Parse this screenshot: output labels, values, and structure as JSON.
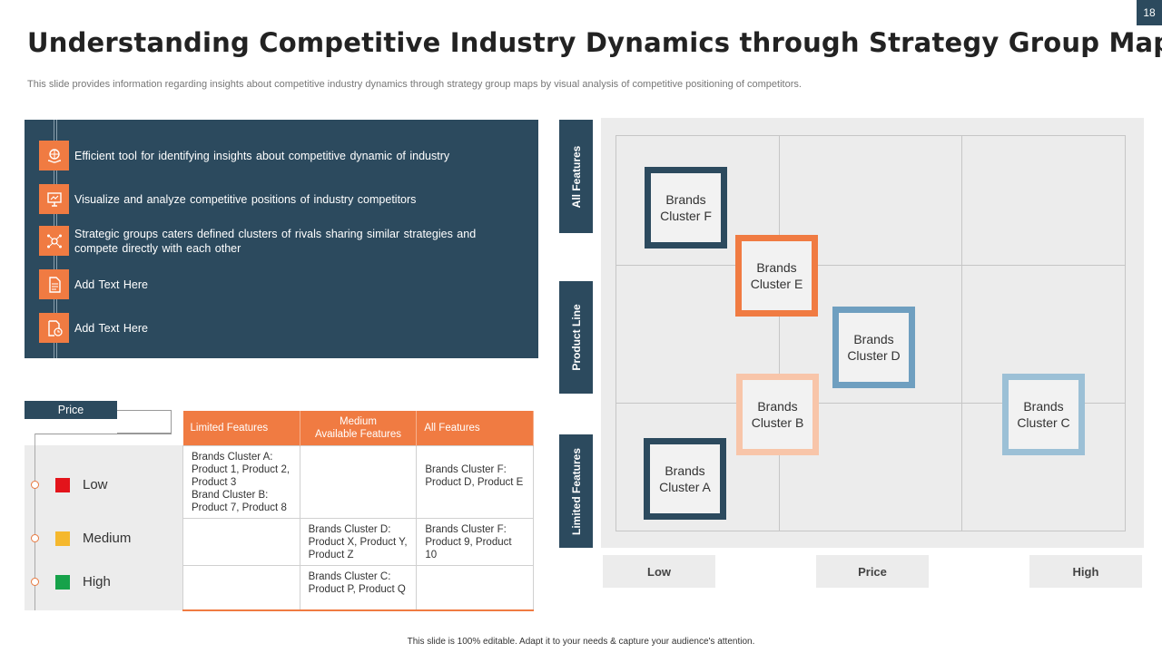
{
  "page_number": "18",
  "title": "Understanding Competitive Industry Dynamics through Strategy Group Maps",
  "subtitle": "This slide provides information regarding insights about competitive industry dynamics through strategy group maps by visual analysis of competitive positioning of competitors.",
  "footer": "This slide is 100% editable.  Adapt it to your needs & capture your audience's attention.",
  "info_items": [
    {
      "text": "Efficient tool for identifying insights about competitive dynamic of industry",
      "icon": "globe-hand-icon"
    },
    {
      "text": "Visualize and analyze competitive positions of industry competitors",
      "icon": "presentation-board-icon"
    },
    {
      "text": "Strategic groups caters defined clusters of rivals sharing similar strategies and compete directly with each other",
      "icon": "network-dollar-icon"
    },
    {
      "text": "Add Text Here",
      "icon": "document-icon"
    },
    {
      "text": "Add Text Here",
      "icon": "document-clock-icon"
    }
  ],
  "price_legend": {
    "title": "Price",
    "items": [
      {
        "label": "Low",
        "color": "#e3141b"
      },
      {
        "label": "Medium",
        "color": "#f5b82e"
      },
      {
        "label": "High",
        "color": "#16a24a"
      }
    ]
  },
  "table": {
    "headers": [
      "Limited Features",
      "Medium\nAvailable Features",
      "All Features"
    ],
    "rows": [
      [
        "Brands Cluster A: Product 1, Product 2, Product 3\nBrand Cluster B: Product 7, Product 8",
        "",
        "Brands Cluster F: Product D, Product E"
      ],
      [
        "",
        "Brands Cluster D: Product X, Product Y,  Product Z",
        "Brands Cluster F: Product 9, Product 10"
      ],
      [
        "",
        "Brands Cluster C: Product P, Product Q",
        ""
      ]
    ]
  },
  "y_axis": [
    "All Features",
    "Product Line",
    "Limited Features"
  ],
  "x_axis": [
    "Low",
    "Price",
    "High"
  ],
  "clusters": [
    {
      "label": "Brands\nCluster F",
      "color": "#2c4a5e"
    },
    {
      "label": "Brands\nCluster E",
      "color": "#f07b42"
    },
    {
      "label": "Brands\nCluster D",
      "color": "#6f9fc0"
    },
    {
      "label": "Brands\nCluster B",
      "color": "#f8c5a9"
    },
    {
      "label": "Brands\nCluster C",
      "color": "#9cc0d6"
    },
    {
      "label": "Brands\nCluster A",
      "color": "#2c4a5e"
    }
  ]
}
